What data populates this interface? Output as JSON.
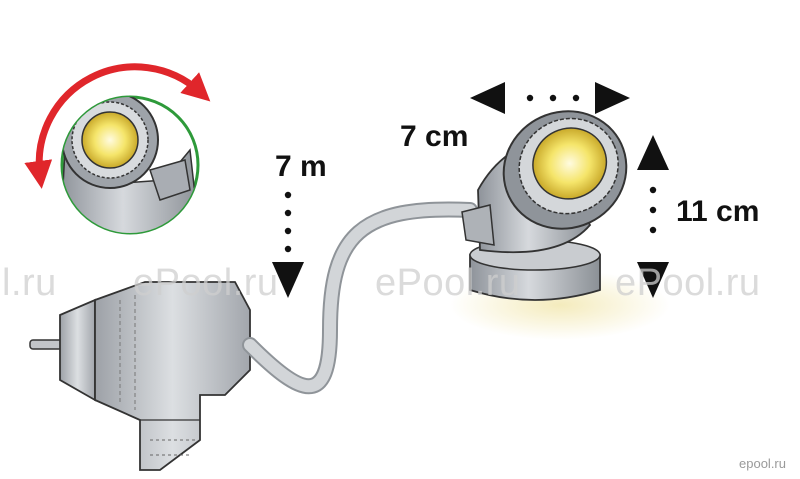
{
  "labels": {
    "cable_length": "7 m",
    "width": "7 cm",
    "height": "11 cm"
  },
  "watermarks": [
    "l.ru",
    "ePool.ru",
    "ePool.ru",
    "ePool.ru"
  ],
  "corner_watermark": "epool.ru",
  "colors": {
    "rotation_arrow": "#e0262b",
    "inset_ring": "#2e9a3a",
    "lamp_glow": "#f5e56a",
    "body_grey": "#b8bcc2",
    "cable": "#c8ccd0"
  }
}
